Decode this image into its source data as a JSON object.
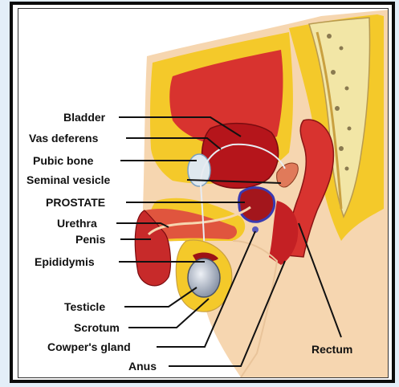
{
  "labels": {
    "bladder": "Bladder",
    "vas_deferens": "Vas deferens",
    "pubic_bone": "Pubic bone",
    "seminal_vesicle": "Seminal vesicle",
    "prostate": "PROSTATE",
    "urethra": "Urethra",
    "penis": "Penis",
    "epididymis": "Epididymis",
    "testicle": "Testicle",
    "scrotum": "Scrotum",
    "cowpers_gland": "Cowper's gland",
    "anus": "Anus",
    "rectum": "Rectum"
  },
  "colors": {
    "skin": "#f6d6b0",
    "fat": "#f4c92a",
    "tissue": "#d8332f",
    "dark_red": "#9c1216",
    "bone": "#f2e6a6",
    "testicle": "#bfc7d4",
    "prostate_blue": "#3a3ab0"
  }
}
